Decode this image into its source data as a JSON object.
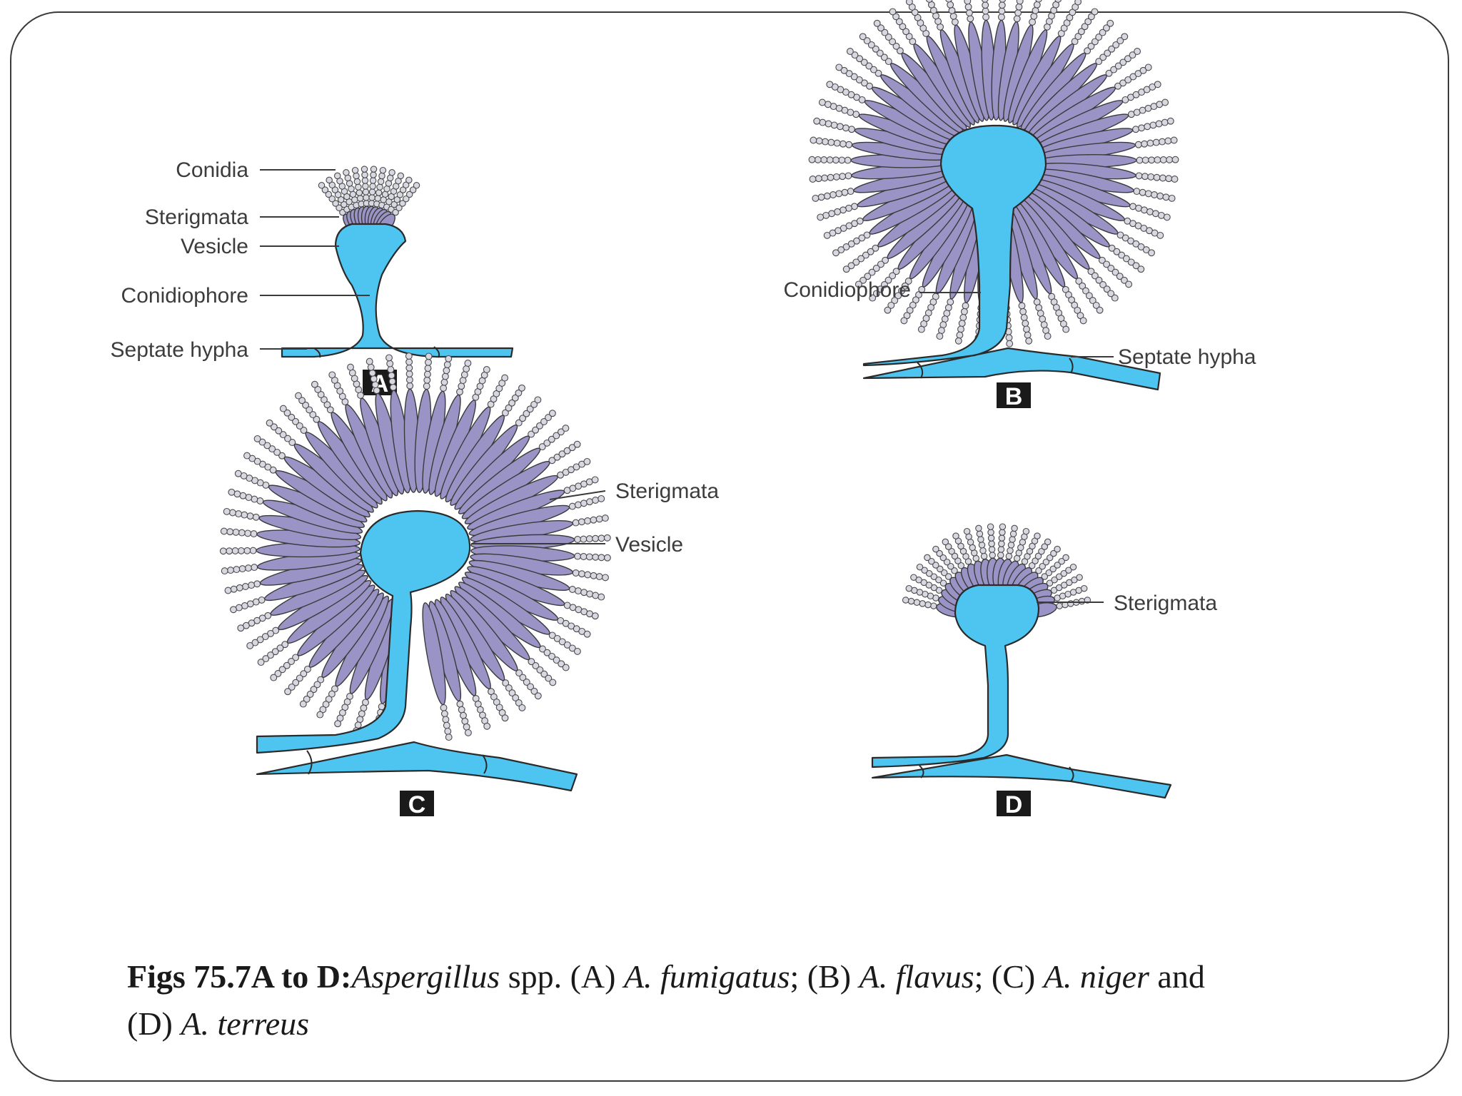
{
  "panels": {
    "A": {
      "letter": "A",
      "labels": {
        "conidia": "Conidia",
        "sterigmata": "Sterigmata",
        "vesicle": "Vesicle",
        "conidiophore": "Conidiophore",
        "septate_hypha": "Septate hypha"
      }
    },
    "B": {
      "letter": "B",
      "labels": {
        "conidiophore": "Conidiophore",
        "septate_hypha": "Septate hypha"
      }
    },
    "C": {
      "letter": "C",
      "labels": {
        "sterigmata": "Sterigmata",
        "vesicle": "Vesicle"
      }
    },
    "D": {
      "letter": "D",
      "labels": {
        "sterigmata": "Sterigmata"
      }
    }
  },
  "caption": {
    "fig_id": "Figs 75.7A to D:",
    "genus": "Aspergillus",
    "spp": " spp. (A) ",
    "sp_a": "A. fumigatus",
    "sep_b": "; (B) ",
    "sp_b": "A. flavus",
    "sep_c": "; (C) ",
    "sp_c": "A. niger",
    "sep_d": " and",
    "line2_prefix": "(D) ",
    "sp_d": "A. terreus"
  },
  "colors": {
    "hypha": "#4dc5f0",
    "sterigmata": "#9a93c6",
    "conidia": "#d8d8e2",
    "label_box": "#1a1a1a"
  }
}
